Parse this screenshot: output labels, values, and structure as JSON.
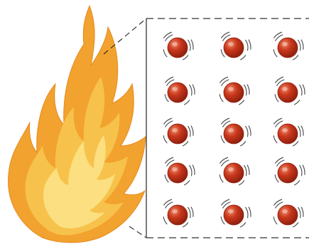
{
  "figure": {
    "left": {
      "object": "flame",
      "icon": "flame-icon"
    },
    "right": {
      "object": "zoomed-view",
      "rows": [
        [
          {
            "particle": "particle-r1c1",
            "motion": "vibrating"
          },
          {
            "particle": "particle-r1c2",
            "motion": "vibrating"
          },
          {
            "particle": "particle-r1c3",
            "motion": "vibrating"
          }
        ],
        [
          {
            "particle": "particle-r2c1",
            "motion": "vibrating"
          },
          {
            "particle": "particle-r2c2",
            "motion": "vibrating"
          },
          {
            "particle": "particle-r2c3",
            "motion": "vibrating"
          }
        ],
        [
          {
            "particle": "particle-r3c1",
            "motion": "vibrating"
          },
          {
            "particle": "particle-r3c2",
            "motion": "vibrating"
          },
          {
            "particle": "particle-r3c3",
            "motion": "vibrating"
          }
        ],
        [
          {
            "particle": "particle-r4c1",
            "motion": "vibrating"
          },
          {
            "particle": "particle-r4c2",
            "motion": "vibrating"
          },
          {
            "particle": "particle-r4c3",
            "motion": "vibrating"
          }
        ],
        [
          {
            "particle": "particle-r5c1",
            "motion": "vibrating"
          },
          {
            "particle": "particle-r5c2",
            "motion": "vibrating"
          },
          {
            "particle": "particle-r5c3",
            "motion": "vibrating"
          }
        ]
      ]
    }
  },
  "colors": {
    "flame_outer": "#f2a22e",
    "flame_mid": "#f7c24b",
    "flame_inner": "#fbe48a",
    "particle": "#c9381c",
    "particle_dark": "#8f1f0e",
    "particle_highlight": "#f08a6a",
    "motion_lines": "#444444",
    "zoom_lines": "#333333"
  }
}
